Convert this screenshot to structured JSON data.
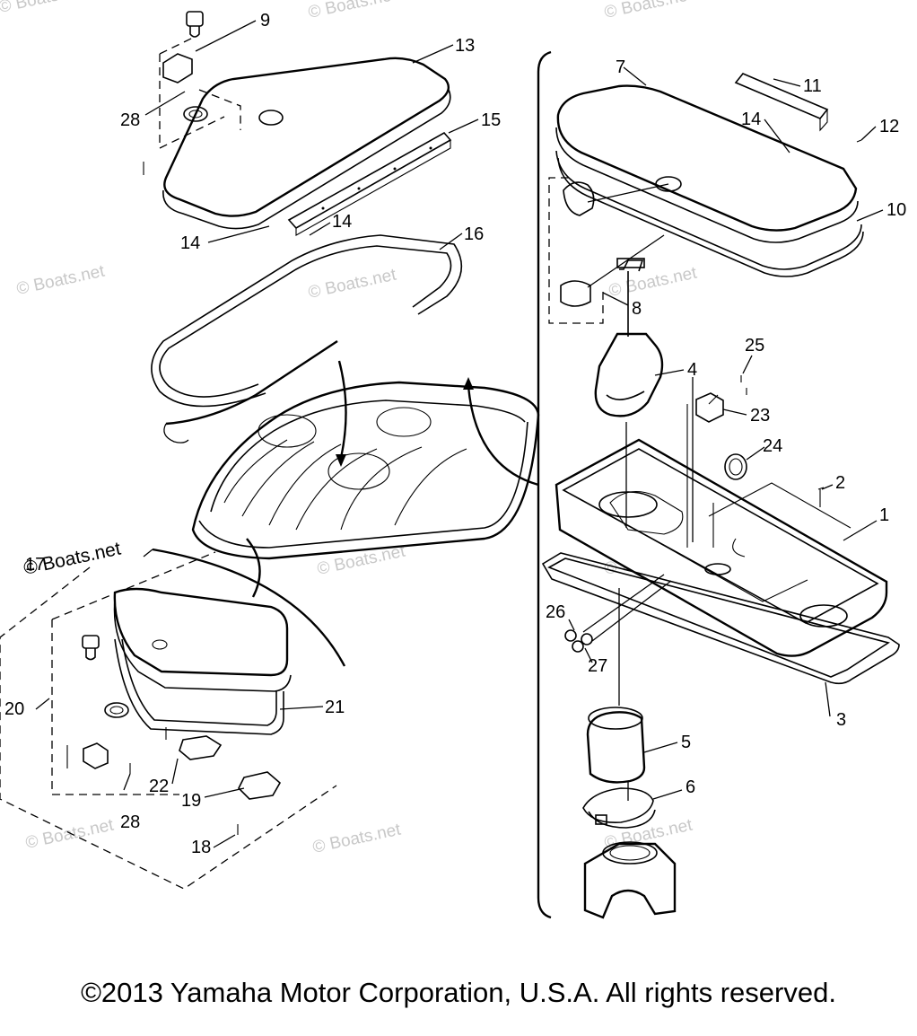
{
  "callouts": [
    "9",
    "13",
    "28",
    "15",
    "14",
    "14",
    "16",
    "17",
    "20",
    "21",
    "22",
    "19",
    "28",
    "18",
    "7",
    "11",
    "14",
    "12",
    "10",
    "8",
    "4",
    "25",
    "23",
    "24",
    "2",
    "1",
    "3",
    "26",
    "27",
    "5",
    "6"
  ],
  "watermark": "© Boats.net",
  "copyright": "©2013 Yamaha Motor Corporation, U.S.A. All rights reserved."
}
